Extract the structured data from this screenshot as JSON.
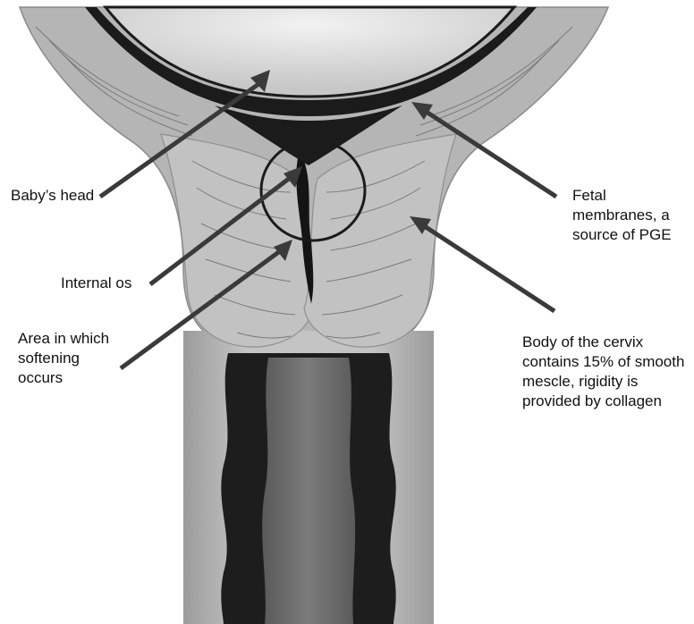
{
  "labels": {
    "babys_head": "Baby’s head",
    "internal_os": "Internal os",
    "softening_area": "Area in which\nsoftening\noccurs",
    "fetal_membranes": "Fetal\nmembranes, a\nsource of PGE",
    "cervix_body": "Body of the cervix\ncontains 15% of smooth\nmescle, rigidity is\nprovided by collagen"
  },
  "colors": {
    "tissue": "#b9b9b9",
    "tissue_dark": "#8e8e8e",
    "canal": "#1b1b1b",
    "lumen": "#6e6e6e",
    "arrow": "#3a3a3a",
    "head": "#e3e3e3"
  }
}
